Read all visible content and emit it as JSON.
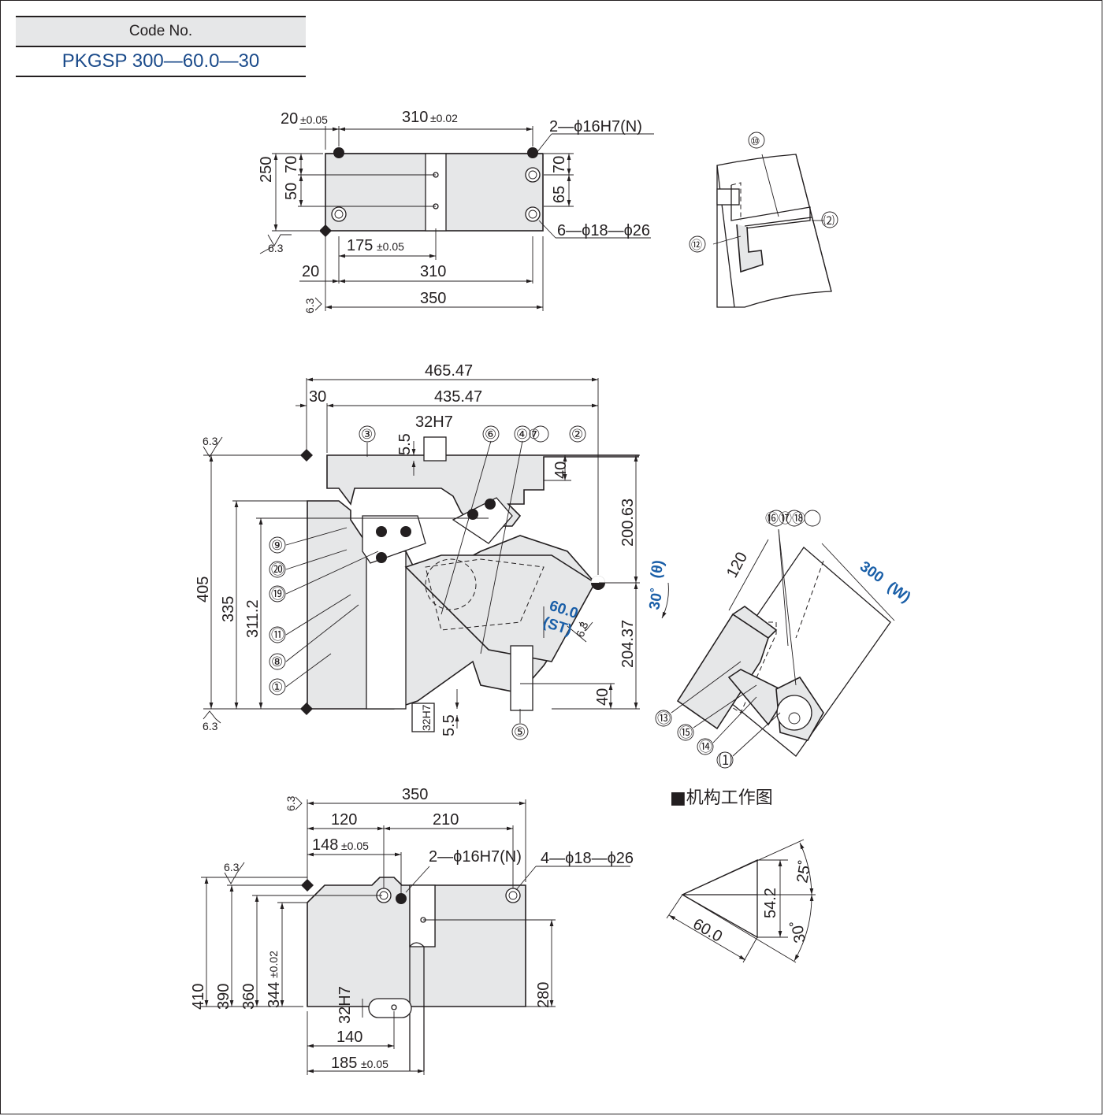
{
  "code": {
    "label": "Code No.",
    "value": "PKGSP 300—60.0—30"
  },
  "top_view": {
    "d_20": "20",
    "d_20_tol": "±0.05",
    "d_310_top": "310",
    "d_310_top_tol": "±0.02",
    "holes_dowel": "2—ϕ16H7(N)",
    "d_250": "250",
    "d_70": "70",
    "d_50": "50",
    "d_70r": "70",
    "d_65": "65",
    "holes_bolt": "6—ϕ18—ϕ26",
    "d_175": "175",
    "d_175_tol": "±0.05",
    "d_20b": "20",
    "d_310": "310",
    "d_350": "350",
    "rough1": "6.3",
    "rough2": "6.3"
  },
  "front_view": {
    "d_465": "465.47",
    "d_435": "435.47",
    "d_30": "30",
    "d_32h7": "32H7",
    "d_5_5": "5.5",
    "d_40": "40",
    "d_200": "200.63",
    "d_405": "405",
    "d_335": "335",
    "d_311": "311.2",
    "d_204": "204.37",
    "d_40b": "40",
    "d_5_5b": "5.5",
    "d_32h7b": "32H7",
    "angle": "30˚",
    "angle_sym": "(θ)",
    "stroke": "60.0",
    "stroke_sym": "(ST)",
    "rough_a": "6.3",
    "rough_b": "6.3",
    "rough_c": "6.3",
    "parts": {
      "p1": "①",
      "p2": "②",
      "p3": "③",
      "p4": "④⑦",
      "p5": "⑤",
      "p6": "⑥",
      "p8": "⑧",
      "p9": "⑨",
      "p11": "⑪",
      "p19": "⑲",
      "p20": "⑳"
    }
  },
  "bottom_view": {
    "d_350": "350",
    "d_120": "120",
    "d_210": "210",
    "d_148": "148",
    "d_148_tol": "±0.05",
    "holes_dowel": "2—ϕ16H7(N)",
    "holes_bolt": "4—ϕ18—ϕ26",
    "d_410": "410",
    "d_390": "390",
    "d_360": "360",
    "d_344": "344",
    "d_344_tol": "±0.02",
    "d_32h7": "32H7",
    "d_140": "140",
    "d_185": "185",
    "d_185_tol": "±0.05",
    "d_280": "280",
    "rough1": "6.3",
    "rough2": "6.3"
  },
  "detail_top": {
    "p10": "⑩",
    "p12": "⑫",
    "p22": "⑵"
  },
  "side_view": {
    "d_120": "120",
    "width": "300",
    "width_sym": "(W)",
    "p161718": "⑯⑰⑱",
    "p13": "⑬",
    "p14": "⑭",
    "p15": "⑮",
    "p21": "⑴"
  },
  "mechanism": {
    "title": "■机构工作图",
    "d_60": "60.0",
    "d_54_2": "54.2",
    "angle_25": "25˚",
    "angle_30": "30˚"
  }
}
